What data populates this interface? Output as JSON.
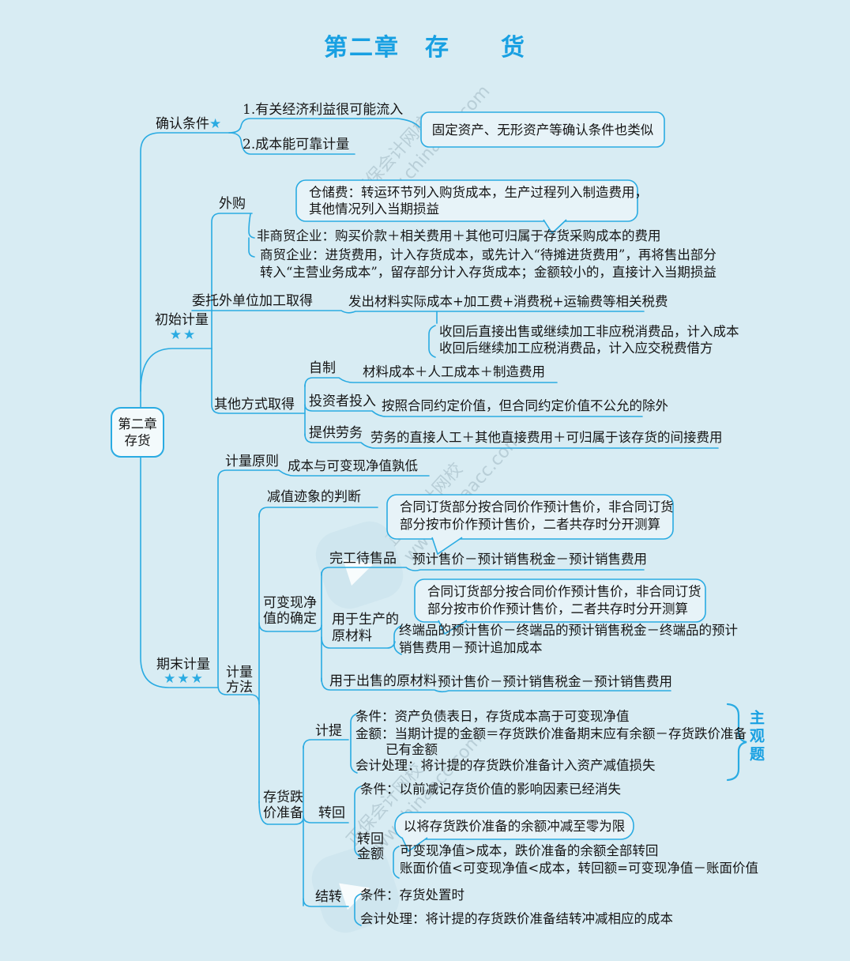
{
  "title": "第二章　存　　货",
  "root": {
    "line1": "第二章",
    "line2": "存货"
  },
  "watermark": {
    "brand": "正保会计网校",
    "site": "www.chinaacc.com",
    "logo_glyph": "▶"
  },
  "confirm": {
    "label": "确认条件",
    "star": "★",
    "items": [
      "1.有关经济利益很可能流入",
      "2.成本能可靠计量"
    ],
    "note": "固定资产、无形资产等确认条件也类似"
  },
  "initial": {
    "label": "初始计量",
    "stars": "★★",
    "outsource": {
      "label": "外购",
      "callout": [
        "仓储费：转运环节列入购货成本，生产过程列入制造费用，",
        "其他情况列入当期损益"
      ],
      "non_trading": "非商贸企业：购买价款＋相关费用＋其他可归属于存货采购成本的费用",
      "trading": [
        "商贸企业：进货费用，计入存货成本，或先计入“待摊进货费用”，再将售出部分",
        "转入“主营业务成本”，留存部分计入存货成本；金额较小的，直接计入当期损益"
      ]
    },
    "commissioned": {
      "label": "委托外单位加工取得",
      "formula": "发出材料实际成本+加工费+消费税+运输费等相关税费",
      "notes": [
        "收回后直接出售或继续加工非应税消费品，计入成本",
        "收回后继续加工应税消费品，计入应交税费借方"
      ]
    },
    "other": {
      "label": "其他方式取得",
      "self_made": {
        "label": "自制",
        "formula": "材料成本＋人工成本＋制造费用"
      },
      "investor": {
        "label": "投资者投入",
        "formula": "按照合同约定价值，但合同约定价值不公允的除外"
      },
      "service": {
        "label": "提供劳务",
        "formula": "劳务的直接人工＋其他直接费用＋可归属于该存货的间接费用"
      }
    }
  },
  "ending": {
    "label": "期末计量",
    "stars": "★★★",
    "principle": {
      "label": "计量原则",
      "value": "成本与可变现净值孰低"
    },
    "method": {
      "label1": "计量",
      "label2": "方法",
      "impairment_sign": "减值迹象的判断",
      "nrv": {
        "label1": "可变现净",
        "label2": "值的确定",
        "finished": {
          "label": "完工待售品",
          "callout": [
            "合同订货部分按合同价作预计售价，非合同订货",
            "部分按市价作预计售价，二者共存时分开测算"
          ],
          "formula": "预计售价－预计销售税金－预计销售费用"
        },
        "material_production": {
          "label1": "用于生产的",
          "label2": "原材料",
          "callout": [
            "合同订货部分按合同价作预计售价，非合同订货",
            "部分按市价作预计售价，二者共存时分开测算"
          ],
          "formula": [
            "终端品的预计售价－终端品的预计销售税金－终端品的预计",
            "销售费用－预计追加成本"
          ]
        },
        "material_sale": {
          "label": "用于出售的原材料",
          "formula": "预计售价－预计销售税金－预计销售费用"
        }
      },
      "provision": {
        "label1": "存货跌",
        "label2": "价准备",
        "badge": "主观题",
        "accrual": {
          "label": "计提",
          "condition": "条件：资产负债表日，存货成本高于可变现净值",
          "amount": [
            "金额：当期计提的金额＝存货跌价准备期末应有余额－存货跌价准备",
            "已有金额"
          ],
          "accounting": "会计处理：将计提的存货跌价准备计入资产减值损失"
        },
        "reversal": {
          "label": "转回",
          "condition": "条件：以前减记存货价值的影响因素已经消失",
          "amount_label1": "转回",
          "amount_label2": "金额",
          "callout": "以将存货跌价准备的余额冲减至零为限",
          "rules": [
            "可变现净值>成本，跌价准备的余额全部转回",
            "账面价值<可变现净值<成本，转回额=可变现净值－账面价值"
          ]
        },
        "carryover": {
          "label": "结转",
          "condition": "条件：存货处置时",
          "accounting": "会计处理：将计提的存货跌价准备结转冲减相应的成本"
        }
      }
    }
  }
}
